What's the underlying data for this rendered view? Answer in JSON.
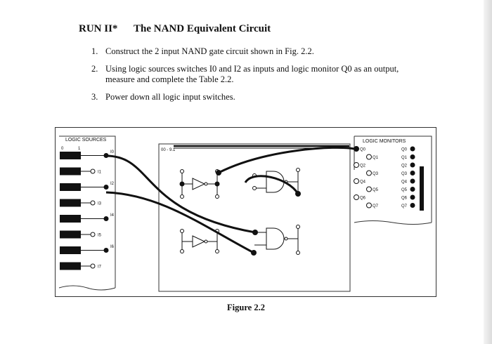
{
  "header": {
    "run_label": "RUN II*",
    "title": "The NAND Equivalent Circuit"
  },
  "steps": [
    {
      "num": "1.",
      "text": "Construct the 2 input NAND gate circuit shown in Fig. 2.2."
    },
    {
      "num": "2.",
      "text": "Using logic sources switches I0 and I2 as inputs and logic monitor Q0 as an output, measure and complete the Table 2.2."
    },
    {
      "num": "3.",
      "text": "Power down all logic input switches."
    }
  ],
  "figure": {
    "caption": "Figure 2.2",
    "logic_sources_label": "LOGIC SOURCES",
    "switch_pos_0": "0",
    "switch_pos_1": "1",
    "inputs": [
      "I0",
      "I1",
      "I2",
      "I3",
      "I4",
      "I5",
      "I6",
      "I7"
    ],
    "breadboard_label": "00 - 9.1",
    "logic_monitors_label": "LOGIC MONITORS",
    "monitor_left": [
      "Q0",
      "Q1",
      "Q2",
      "Q3",
      "Q4",
      "Q5",
      "Q6",
      "Q7"
    ],
    "monitor_right": [
      "Q0",
      "Q1",
      "Q2",
      "Q3",
      "Q4",
      "Q5",
      "Q6",
      "Q7"
    ]
  }
}
